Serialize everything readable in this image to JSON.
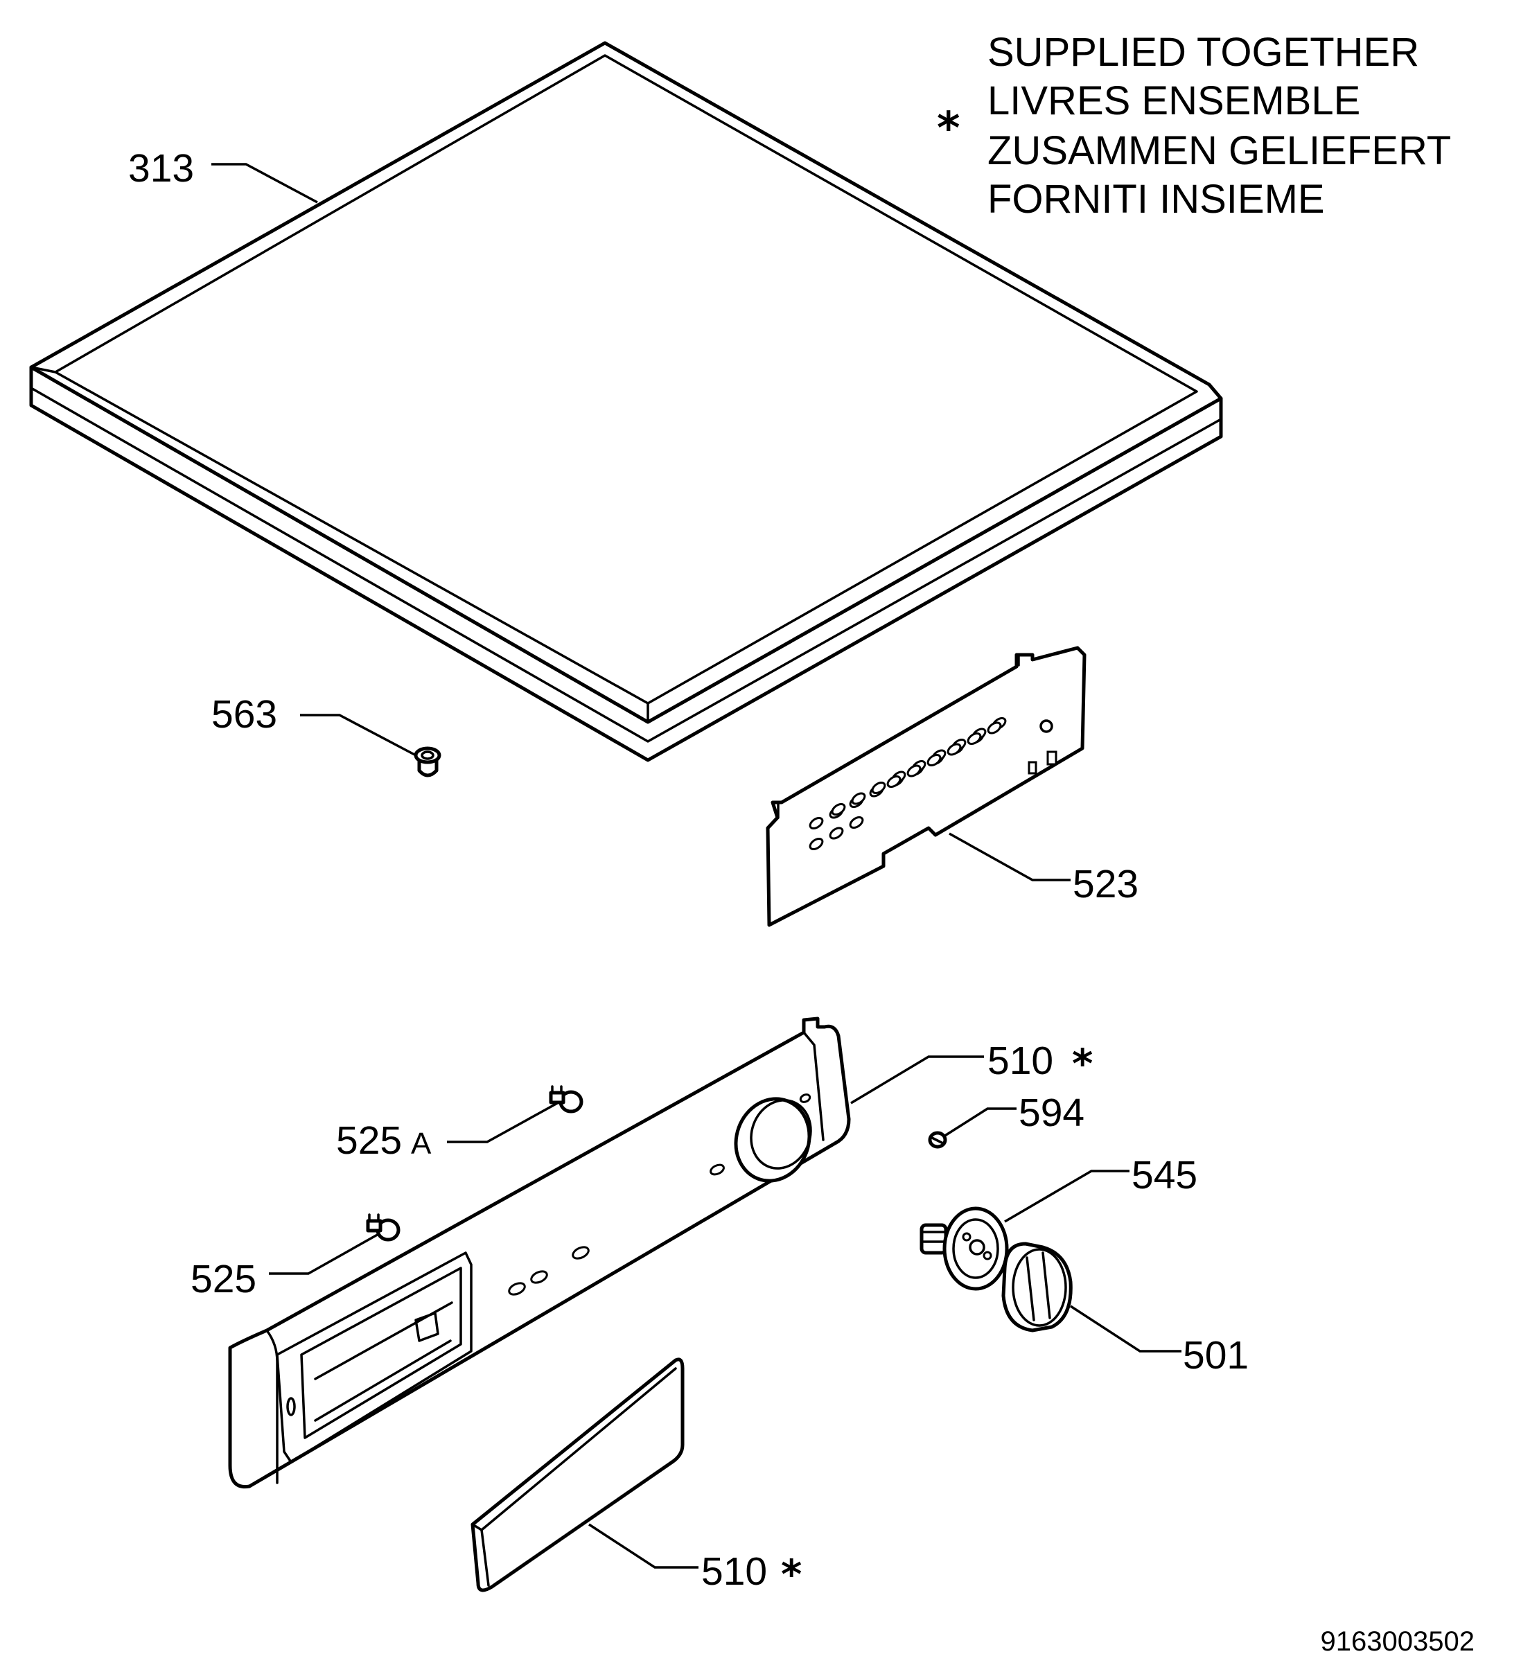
{
  "legend": {
    "symbol": "*",
    "lines": [
      "SUPPLIED TOGETHER",
      "LIVRES ENSEMBLE",
      "ZUSAMMEN GELIEFERT",
      "FORNITI INSIEME"
    ]
  },
  "callouts": {
    "c313": "313",
    "c563": "563",
    "c523": "523",
    "c510_top": "510",
    "c594": "594",
    "c525a_num": "525",
    "c525a_suffix": "A",
    "c545": "545",
    "c525": "525",
    "c501": "501",
    "c510_bottom": "510",
    "asterisk": "*"
  },
  "document_id": "9163003502"
}
